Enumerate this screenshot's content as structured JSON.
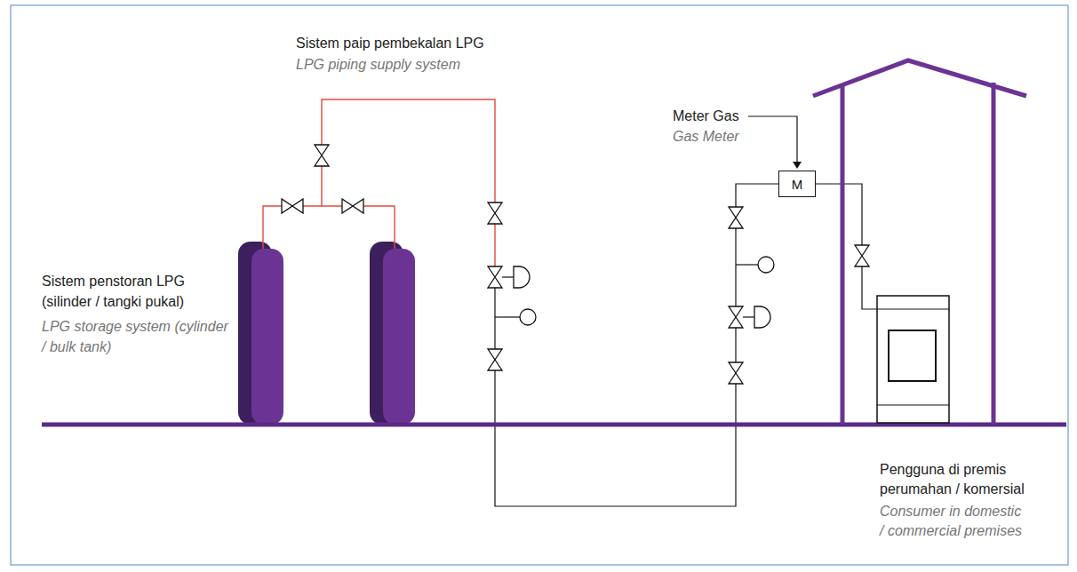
{
  "diagram": {
    "nodes": [
      {
        "text": [
          "M"
        ]
      }
    ],
    "labels": [
      "Sistem paip pembekalan LPG",
      "LPG piping supply system",
      "Sistem penstoran LPG (silinder / tangki pukal)",
      "LPG storage system (cylinder / bulk tank)",
      "Meter Gas",
      "Gas Meter",
      "Pengguna di premis perumahan / komersial",
      "Consumer in domestic / commercial premises"
    ]
  }
}
